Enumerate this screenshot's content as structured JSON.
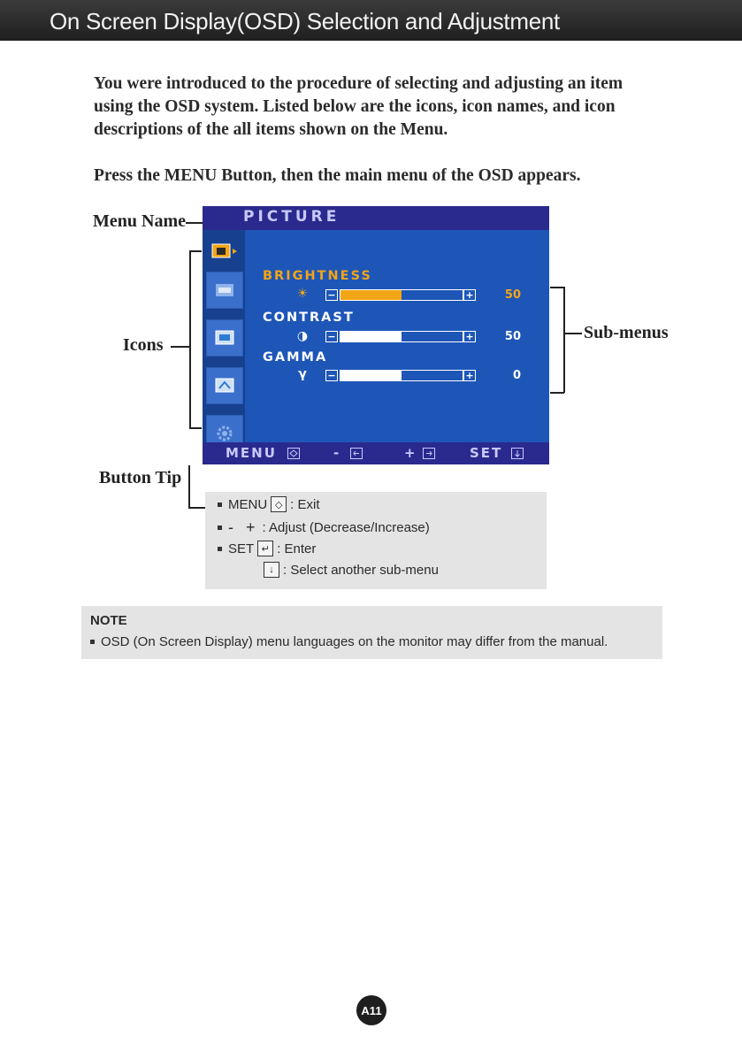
{
  "header": {
    "title": "On Screen Display(OSD) Selection and Adjustment"
  },
  "intro": {
    "paragraph1": "You were introduced to the procedure of selecting and adjusting an item using the OSD system.  Listed below are the icons, icon names, and icon descriptions of the all items shown on the Menu.",
    "paragraph2": "Press the MENU Button, then the main menu of the OSD appears."
  },
  "callouts": {
    "menu_name": "Menu Name",
    "icons": "Icons",
    "sub_menus": "Sub-menus",
    "button_tip": "Button Tip"
  },
  "osd": {
    "title": "PICTURE",
    "items": [
      {
        "label": "BRIGHTNESS",
        "symbol": "☀",
        "value": "50",
        "level": 0.5,
        "active": true
      },
      {
        "label": "CONTRAST",
        "symbol": "◑",
        "value": "50",
        "level": 0.5,
        "active": false
      },
      {
        "label": "GAMMA",
        "symbol": "γ",
        "value": "0",
        "level": 0.5,
        "active": false
      }
    ],
    "bottom": {
      "menu": "MENU",
      "minus": "-",
      "plus": "+",
      "set": "SET"
    },
    "colors": {
      "background": "#1e56b8",
      "title_bar": "#2a2a8e",
      "active_label": "#f2a515",
      "label": "#ffffff",
      "bar_fill": "#f2a515",
      "bar_fill_inactive": "#ffffff"
    }
  },
  "tips": {
    "row1": {
      "key": "MENU",
      "text": ": Exit"
    },
    "row2": {
      "minus": "-",
      "plus": "+",
      "text": ": Adjust (Decrease/Increase)"
    },
    "row3": {
      "key": "SET",
      "text": ": Enter"
    },
    "row4": {
      "text": ": Select another sub-menu"
    }
  },
  "note": {
    "heading": "NOTE",
    "text": "OSD (On Screen Display) menu languages on the monitor may differ from the manual."
  },
  "page": {
    "number": "A11"
  }
}
